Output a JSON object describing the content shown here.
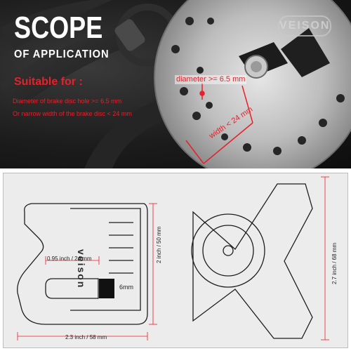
{
  "header": {
    "title": "SCOPE",
    "subtitle": "OF APPLICATION",
    "brand": "VEISON"
  },
  "requirements": {
    "heading": "Suitable for :",
    "items": [
      "Diameter of brake disc hole >= 6.5 mm",
      "Or narrow width of the brake disc < 24 mm"
    ]
  },
  "photo_labels": {
    "diameter": "diameter >= 6.5 mm",
    "width": "width < 24 mm"
  },
  "diagram": {
    "brand": "veison",
    "dimensions": {
      "inner_width": "0.95 inch / 24 mm",
      "pin_size": "6mm",
      "outer_width": "2.3 inch / 58 mm",
      "height_front": "2 inch / 50 mm",
      "height_side": "2.7 inch / 68 mm"
    }
  },
  "colors": {
    "accent": "#e8202a",
    "panel_background": "#ececec",
    "photo_background": "#1c1c1c"
  }
}
